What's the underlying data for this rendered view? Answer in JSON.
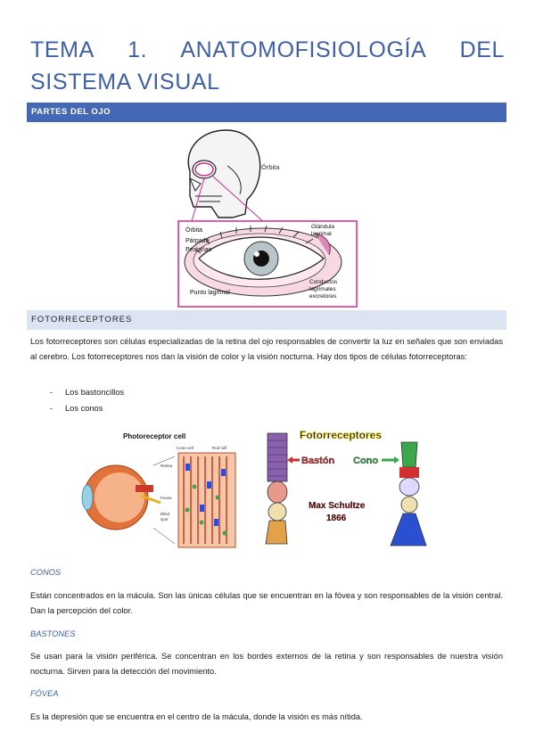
{
  "title": "TEMA 1. ANATOMOFISIOLOGÍA DEL SISTEMA VISUAL",
  "section1": {
    "heading": "PARTES DEL OJO"
  },
  "figure1": {
    "label_orbita_top": "Órbita",
    "label_orbita": "Órbita",
    "label_parpado": "Párpado",
    "label_pestanas": "Pestañas",
    "label_punto": "Punto lagrimal",
    "label_glandula_1": "Glándula",
    "label_glandula_2": "lagrimal",
    "label_conductos_1": "Conductos",
    "label_conductos_2": "lagrimales",
    "label_conductos_3": "excretores"
  },
  "section2": {
    "heading": "FOTORRECEPTORES",
    "paragraph": "Los fotorreceptores son células especializadas de la retina del ojo responsables de convertir la luz en señales que son enviadas al cerebro. Los fotorreceptores nos dan la visión de color y la visión nocturna. Hay dos tipos de células fotorreceptoras:",
    "list": [
      "Los bastoncillos",
      "Los conos"
    ],
    "list_bullet": "-"
  },
  "figure2": {
    "title": "Photoreceptor cell",
    "cone_cell": "Cone cell",
    "rod_cell": "Rod cell",
    "retina": "Retina",
    "fovea": "Fovea",
    "blind_1": "Blind",
    "blind_2": "spot"
  },
  "figure3": {
    "title": "Fotorreceptores",
    "baston": "Bastón",
    "cono": "Cono",
    "author": "Max Schultze",
    "year": "1866"
  },
  "conos": {
    "heading": "CONOS",
    "text": "Están concentrados en la mácula. Son las únicas células que se encuentran en la fóvea y son responsables de la visión central. Dan la percepción del color."
  },
  "bastones": {
    "heading": "BASTONES",
    "text": "Se usan para la visión periférica. Se concentran en los bordes externos de la retina y son responsables de nuestra visión nocturna. Sirven para la detección del movimiento."
  },
  "fovea": {
    "heading": "FÓVEA",
    "text": "Es la depresión que se encuentra en el centro de la mácula, donde la visión es más nítida."
  },
  "colors": {
    "title": "#3f5fa6",
    "band_dark": "#4468b3",
    "band_light": "#dce4f2"
  }
}
